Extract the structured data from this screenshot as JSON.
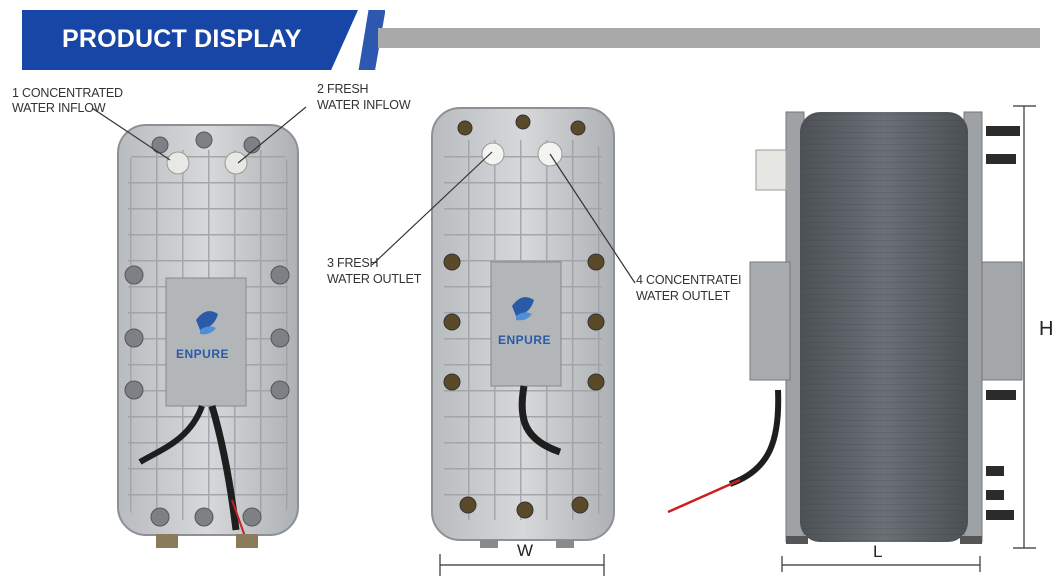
{
  "header": {
    "title": "PRODUCT DISPLAY",
    "colors": {
      "blue": "#1746a6",
      "bar": "#a9a9a9"
    }
  },
  "callouts": {
    "c1_line1": "1 CONCENTRATED",
    "c1_line2": "WATER INFLOW",
    "c2_line1": "2 FRESH",
    "c2_line2": "WATER INFLOW",
    "c3_line1": "3 FRESH",
    "c3_line2": "WATER OUTLET",
    "c4_line1": "4 CONCENTRATEI",
    "c4_line2": "WATER OUTLET"
  },
  "dimensions": {
    "width": "W",
    "length": "L",
    "height": "H"
  },
  "brand": {
    "logo_text": "ENPURE",
    "logo_color": "#2a5aa8"
  }
}
